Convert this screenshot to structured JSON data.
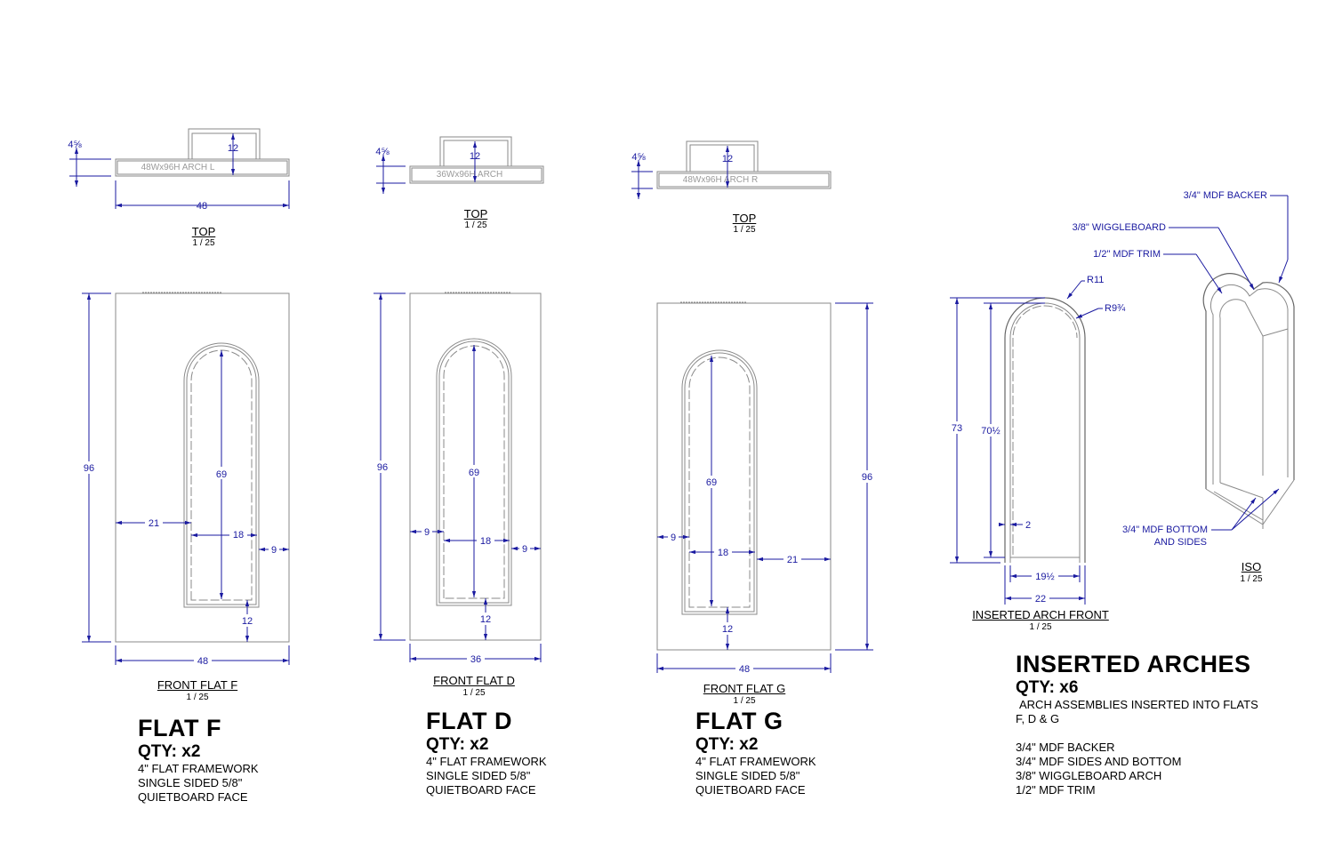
{
  "flats": [
    {
      "top_view": {
        "title": "TOP",
        "scale": "1 / 25",
        "arch_label": "48Wx96H ARCH L",
        "depth": "4⅝",
        "offset": "12",
        "width": "48"
      },
      "front_view": {
        "title": "FRONT FLAT F",
        "scale": "1 / 25",
        "height": "96",
        "opening_height": "69",
        "left_offset": "21",
        "opening_width": "18",
        "right_offset": "9",
        "bottom_offset": "12",
        "width": "48"
      },
      "name": "FLAT F",
      "qty": "QTY: x2",
      "notes": [
        "4\" FLAT FRAMEWORK",
        "SINGLE SIDED 5/8\"",
        "QUIETBOARD FACE"
      ]
    },
    {
      "top_view": {
        "title": "TOP",
        "scale": "1 / 25",
        "arch_label": "36Wx96H ARCH",
        "depth": "4⅝",
        "offset": "12",
        "width": ""
      },
      "front_view": {
        "title": "FRONT FLAT D",
        "scale": "1 / 25",
        "height": "96",
        "opening_height": "69",
        "left_offset": "9",
        "opening_width": "18",
        "right_offset": "9",
        "bottom_offset": "12",
        "width": "36"
      },
      "name": "FLAT D",
      "qty": "QTY: x2",
      "notes": [
        "4\" FLAT FRAMEWORK",
        "SINGLE SIDED 5/8\"",
        "QUIETBOARD FACE"
      ]
    },
    {
      "top_view": {
        "title": "TOP",
        "scale": "1 / 25",
        "arch_label": "48Wx96H ARCH R",
        "depth": "4⅝",
        "offset": "12",
        "width": ""
      },
      "front_view": {
        "title": "FRONT FLAT G",
        "scale": "1 / 25",
        "height": "96",
        "opening_height": "69",
        "left_offset": "9",
        "opening_width": "18",
        "right_offset": "21",
        "bottom_offset": "12",
        "width": "48"
      },
      "name": "FLAT G",
      "qty": "QTY: x2",
      "notes": [
        "4\" FLAT FRAMEWORK",
        "SINGLE SIDED 5/8\"",
        "QUIETBOARD FACE"
      ]
    }
  ],
  "inserted_arch_front": {
    "title": "INSERTED ARCH FRONT",
    "scale": "1 / 25",
    "outer_height": "73",
    "inner_height": "70½",
    "outer_radius": "R11",
    "inner_radius": "R9¾",
    "trim": "2",
    "inner_width": "19½",
    "outer_width": "22"
  },
  "iso": {
    "title": "ISO",
    "scale": "1 / 25",
    "callouts": {
      "backer": "3/4\" MDF BACKER",
      "wiggleboard": "3/8\" WIGGLEBOARD",
      "trim": "1/2\" MDF TRIM",
      "bottom_sides_1": "3/4\" MDF BOTTOM",
      "bottom_sides_2": "AND SIDES"
    }
  },
  "inserted_arches": {
    "title": "INSERTED ARCHES",
    "qty": "QTY: x6",
    "desc_1": "ARCH ASSEMBLIES INSERTED INTO FLATS",
    "desc_2": "F, D & G",
    "materials": [
      "3/4\" MDF BACKER",
      "3/4\" MDF SIDES AND BOTTOM",
      "3/8\" WIGGLEBOARD ARCH",
      "1/2\" MDF TRIM"
    ]
  },
  "colors": {
    "dimension": "#1a1aa0",
    "geometry": "#8a8a8a",
    "text": "#000000"
  }
}
